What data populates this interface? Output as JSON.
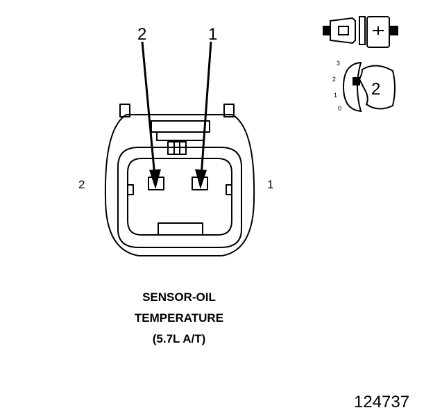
{
  "callouts": {
    "left": "2",
    "right": "1"
  },
  "pin_labels": {
    "left": "2",
    "right": "1"
  },
  "caption": [
    "SENSOR-OIL",
    "TEMPERATURE",
    "(5.7L A/T)"
  ],
  "key_view": {
    "scale": [
      "3",
      "2",
      "1",
      "0"
    ],
    "key_number": "2"
  },
  "figure_number": "124737"
}
